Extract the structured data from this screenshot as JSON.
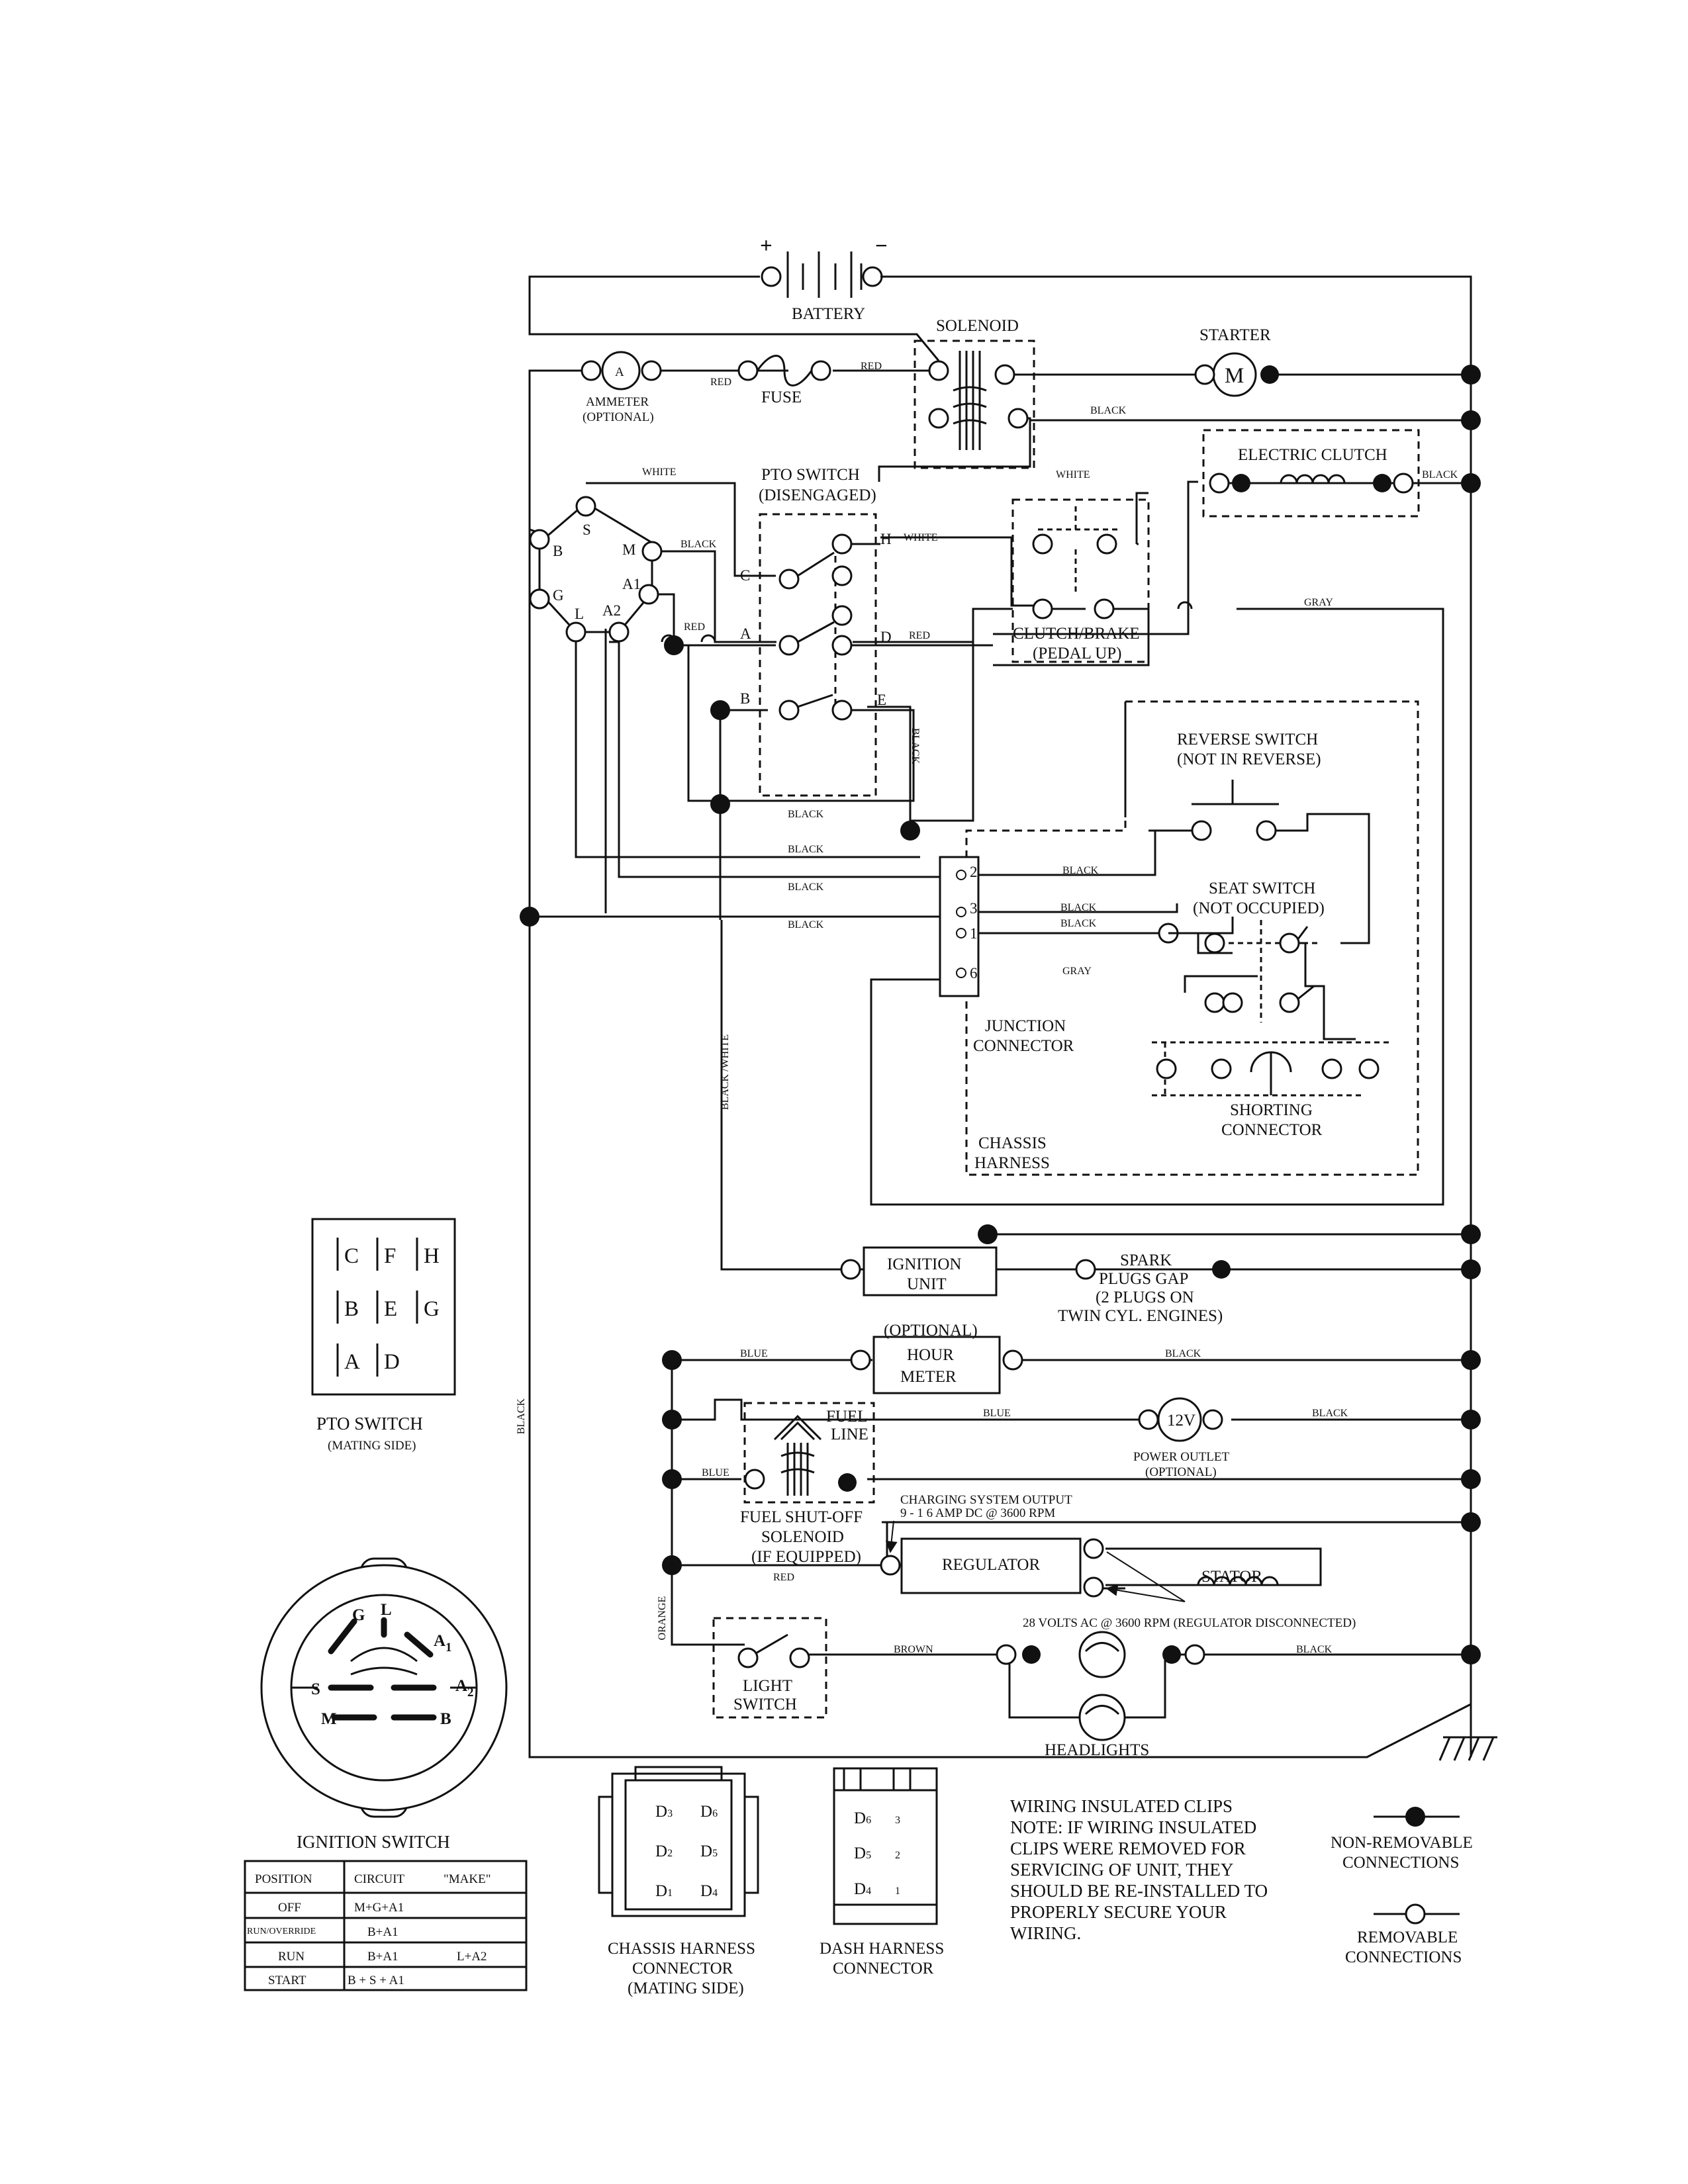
{
  "components": {
    "battery": "BATTERY",
    "battery_pos": "+",
    "battery_neg": "−",
    "solenoid": "SOLENOID",
    "starter": "STARTER",
    "starter_symbol": "M",
    "ammeter": "AMMETER",
    "ammeter_optional": "(OPTIONAL)",
    "ammeter_symbol": "A",
    "fuse": "FUSE",
    "electric_clutch": "ELECTRIC CLUTCH",
    "pto_switch": "PTO SWITCH",
    "pto_switch_state": "(DISENGAGED)",
    "clutch_brake": "CLUTCH/BRAKE",
    "clutch_brake_state": "(PEDAL UP)",
    "reverse_switch": "REVERSE SWITCH",
    "reverse_switch_state": "(NOT IN REVERSE)",
    "seat_switch": "SEAT SWITCH",
    "seat_switch_state": "(NOT OCCUPIED)",
    "junction_connector_1": "JUNCTION",
    "junction_connector_2": "CONNECTOR",
    "shorting_connector_1": "SHORTING",
    "shorting_connector_2": "CONNECTOR",
    "chassis_harness_1": "CHASSIS",
    "chassis_harness_2": "HARNESS",
    "ignition_unit_1": "IGNITION",
    "ignition_unit_2": "UNIT",
    "spark_plugs_1": "SPARK",
    "spark_plugs_2": "PLUGS GAP",
    "spark_plugs_3": "(2 PLUGS ON",
    "spark_plugs_4": "TWIN CYL. ENGINES)",
    "hour_meter_optional": "(OPTIONAL)",
    "hour_meter_1": "HOUR",
    "hour_meter_2": "METER",
    "fuel_line_1": "FUEL",
    "fuel_line_2": "LINE",
    "power_outlet_symbol": "12V",
    "power_outlet": "POWER OUTLET",
    "power_outlet_optional": "(OPTIONAL)",
    "fuel_solenoid_1": "FUEL SHUT-OFF",
    "fuel_solenoid_2": "SOLENOID",
    "fuel_solenoid_3": "(IF EQUIPPED)",
    "charging_1": "CHARGING SYSTEM OUTPUT",
    "charging_2": "9 - 1 6 AMP DC @ 3600 RPM",
    "regulator": "REGULATOR",
    "stator": "STATOR",
    "stator_volts": "28 VOLTS AC @ 3600 RPM (REGULATOR DISCONNECTED)",
    "light_switch_1": "LIGHT",
    "light_switch_2": "SWITCH",
    "headlights": "HEADLIGHTS"
  },
  "terminals": {
    "ign_S": "S",
    "ign_B": "B",
    "ign_G": "G",
    "ign_L": "L",
    "ign_A2": "A2",
    "ign_A1": "A1",
    "ign_M": "M",
    "pto_C": "C",
    "pto_A": "A",
    "pto_B": "B",
    "pto_H": "H",
    "pto_D": "D",
    "pto_E": "E",
    "junc_2": "2",
    "junc_3": "3",
    "junc_1": "1",
    "junc_6": "6"
  },
  "wires": {
    "red_1": "RED",
    "red_2": "RED",
    "red_3": "RED",
    "red_4": "RED",
    "red_5": "RED",
    "black_sol": "BLACK",
    "black_clutch": "BLACK",
    "black_m": "BLACK",
    "black_vert": "BLACK",
    "black_r1": "BLACK",
    "black_r2": "BLACK",
    "black_r3": "BLACK",
    "black_r4": "BLACK",
    "black_j2": "BLACK",
    "black_j3": "BLACK",
    "black_j1": "BLACK",
    "black_hour": "BLACK",
    "black_outlet": "BLACK",
    "black_head": "BLACK",
    "black_left": "BLACK",
    "white_1": "WHITE",
    "white_2": "WHITE",
    "white_3": "WHITE",
    "gray_1": "GRAY",
    "gray_2": "GRAY",
    "black_white": "BLACK /WHITE",
    "blue_1": "BLUE",
    "blue_2": "BLUE",
    "blue_3": "BLUE",
    "brown": "BROWN",
    "orange": "ORANGE"
  },
  "pto_mating": {
    "title": "PTO SWITCH",
    "subtitle": "(MATING SIDE)",
    "rows": [
      [
        "C",
        "F",
        "H"
      ],
      [
        "B",
        "E",
        "G"
      ],
      [
        "A",
        "D"
      ]
    ]
  },
  "ignition_switch": {
    "title": "IGNITION SWITCH",
    "labels": {
      "G": "G",
      "L": "L",
      "A1": "A",
      "A1_sub": "1",
      "S": "S",
      "A2": "A",
      "A2_sub": "2",
      "M": "M",
      "B": "B"
    },
    "table": {
      "headers": [
        "POSITION",
        "CIRCUIT",
        "\"MAKE\""
      ],
      "rows": [
        [
          "OFF",
          "M+G+A1",
          ""
        ],
        [
          "RUN/OVERRIDE",
          "B+A1",
          ""
        ],
        [
          "RUN",
          "B+A1",
          "L+A2"
        ],
        [
          "START",
          "B + S + A1",
          ""
        ]
      ]
    }
  },
  "chassis_connector": {
    "pins_left": [
      [
        "D",
        "3"
      ],
      [
        "D",
        "2"
      ],
      [
        "D",
        "1"
      ]
    ],
    "pins_right": [
      [
        "D",
        "6"
      ],
      [
        "D",
        "5"
      ],
      [
        "D",
        "4"
      ]
    ],
    "label_1": "CHASSIS HARNESS",
    "label_2": "CONNECTOR",
    "label_3": "(MATING SIDE)"
  },
  "dash_connector": {
    "pins_left": [
      [
        "D",
        "6"
      ],
      [
        "D",
        "5"
      ],
      [
        "D",
        "4"
      ]
    ],
    "pins_right": [
      "3",
      "2",
      "1"
    ],
    "label_1": "DASH HARNESS",
    "label_2": "CONNECTOR"
  },
  "notes": {
    "clips_title": "WIRING INSULATED CLIPS",
    "lines": [
      "NOTE:  IF WIRING INSULATED",
      "CLIPS WERE REMOVED FOR",
      "SERVICING OF UNIT, THEY",
      "SHOULD BE RE-INSTALLED TO",
      "PROPERLY SECURE YOUR",
      "WIRING."
    ]
  },
  "legend": {
    "non_removable_1": "NON-REMOVABLE",
    "non_removable_2": "CONNECTIONS",
    "removable_1": "REMOVABLE",
    "removable_2": "CONNECTIONS"
  }
}
